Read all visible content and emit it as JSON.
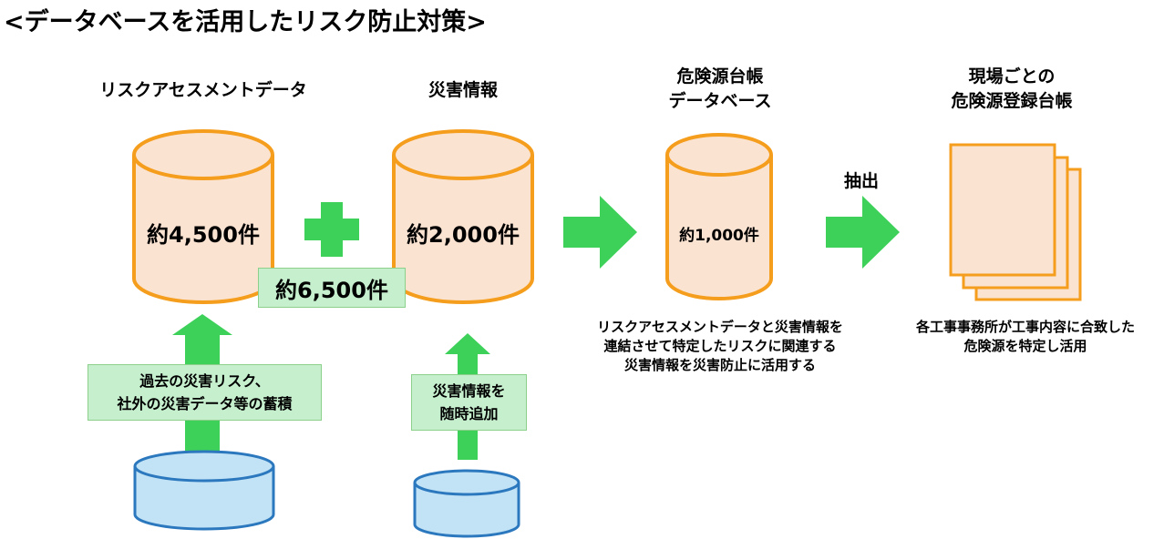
{
  "title": "<データベースを活用したリスク防止対策>",
  "risk_db": {
    "label": "リスクアセスメントデータ",
    "count": "約4,500件"
  },
  "disaster_db": {
    "label": "災害情報",
    "count": "約2,000件"
  },
  "total": "約6,500件",
  "hazard_db": {
    "label_line1": "危険源台帳",
    "label_line2": "データベース",
    "count": "約1,000件"
  },
  "site_ledger": {
    "label_line1": "現場ごとの",
    "label_line2": "危険源登録台帳"
  },
  "extract_label": "抽出",
  "accumulate_box": {
    "line1": "過去の災害リスク、",
    "line2": "社外の災害データ等の蓄積"
  },
  "add_box": {
    "line1": "災害情報を",
    "line2": "随時追加"
  },
  "hazard_note": {
    "line1": "リスクアセスメントデータと災害情報を",
    "line2": "連結させて特定したリスクに関連する",
    "line3": "災害情報を災害防止に活用する"
  },
  "site_note": {
    "line1": "各工事事務所が工事内容に合致した",
    "line2": "危険源を特定し活用"
  },
  "colors": {
    "orange": "#f59d1c",
    "peach": "#fbe3d2",
    "green": "#3dd15a",
    "light_green": "#c6efce",
    "blue": "#2b78be",
    "light_blue": "#c2e2f5"
  }
}
